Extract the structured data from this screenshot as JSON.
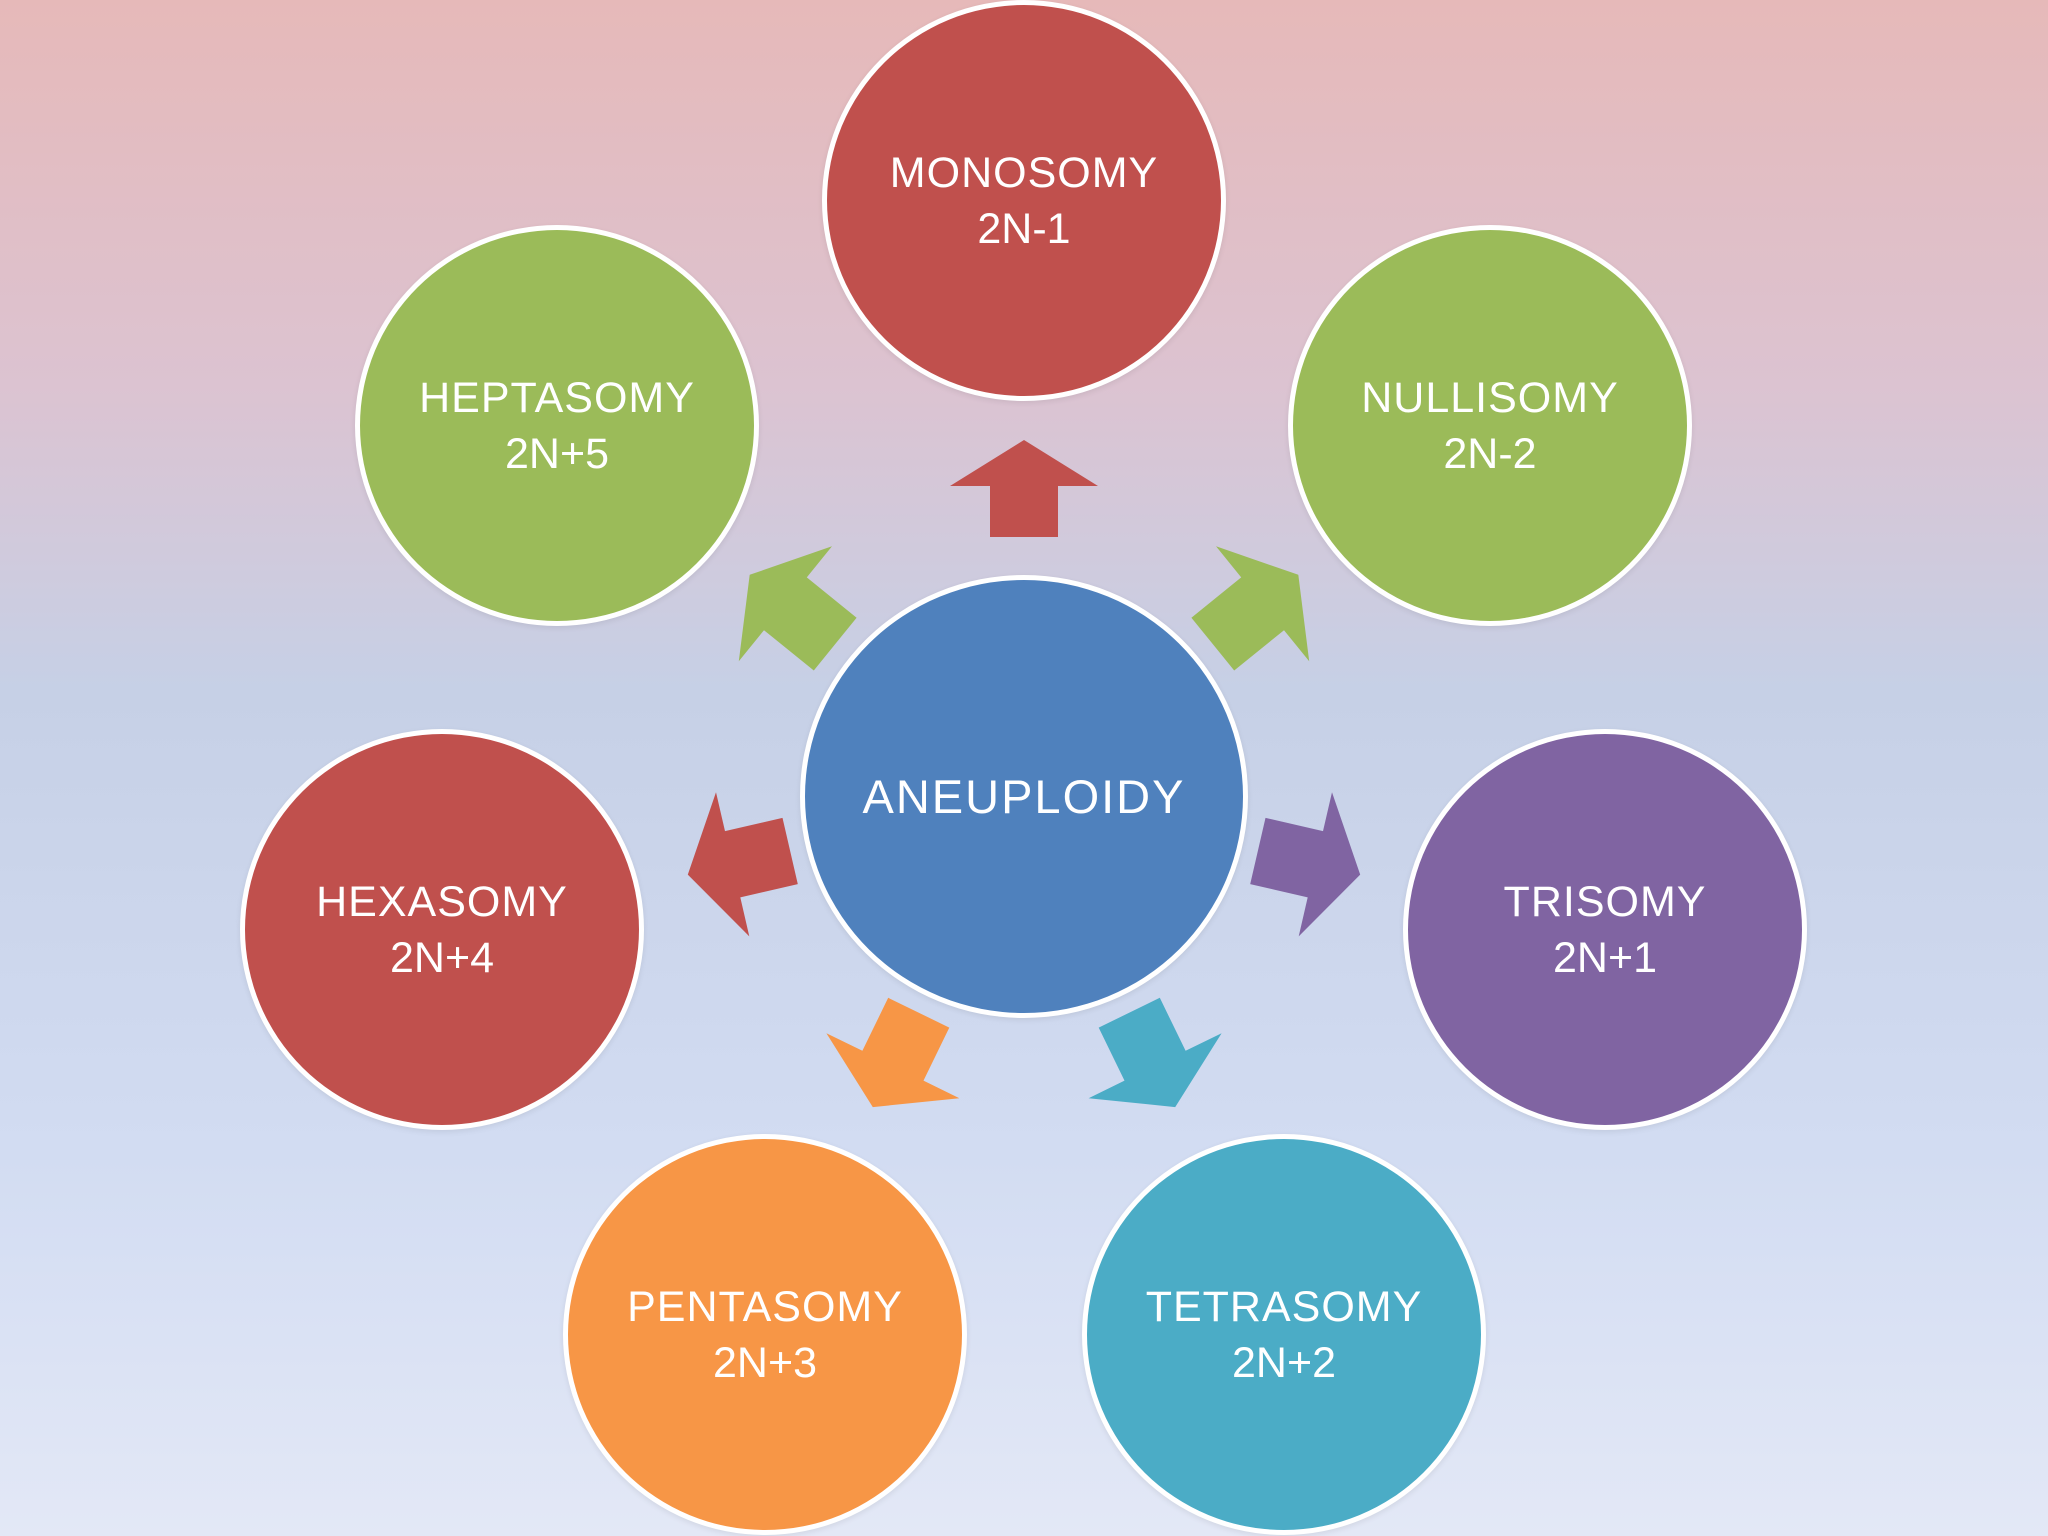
{
  "center": {
    "label": "ANEUPLOIDY",
    "color": "#4f81bd"
  },
  "nodes": [
    {
      "id": "monosomy",
      "name": "MONOSOMY",
      "formula": "2N-1",
      "color": "#c0504d"
    },
    {
      "id": "nullisomy",
      "name": "NULLISOMY",
      "formula": "2N-2",
      "color": "#9bbb59"
    },
    {
      "id": "trisomy",
      "name": "TRISOMY",
      "formula": "2N+1",
      "color": "#8064a2"
    },
    {
      "id": "tetrasomy",
      "name": "TETRASOMY",
      "formula": "2N+2",
      "color": "#4bacc6"
    },
    {
      "id": "pentasomy",
      "name": "PENTASOMY",
      "formula": "2N+3",
      "color": "#f79646"
    },
    {
      "id": "hexasomy",
      "name": "HEXASOMY",
      "formula": "2N+4",
      "color": "#c0504d"
    },
    {
      "id": "heptasomy",
      "name": "HEPTASOMY",
      "formula": "2N+5",
      "color": "#9bbb59"
    }
  ]
}
